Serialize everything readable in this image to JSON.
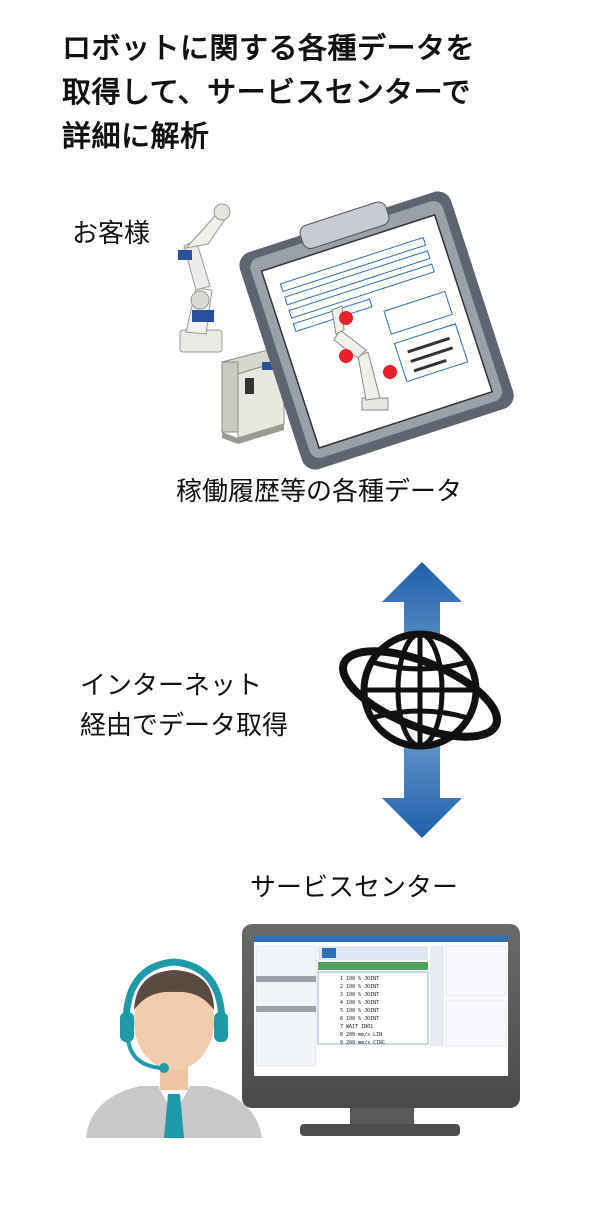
{
  "title": "ロボットに関する各種データを\n取得して、サービスセンターで\n詳細に解析",
  "labels": {
    "customer": "お客様",
    "operation_data": "稼働履歴等の各種データ",
    "internet": "インターネット\n経由でデータ取得",
    "service_center": "サービスセンター"
  },
  "colors": {
    "arrow": "#2f6fb3",
    "marker": "#e8212b",
    "monitor": "#5a5a5a",
    "headset": "#1f9aa8",
    "clipboard": "#8a8f99"
  }
}
